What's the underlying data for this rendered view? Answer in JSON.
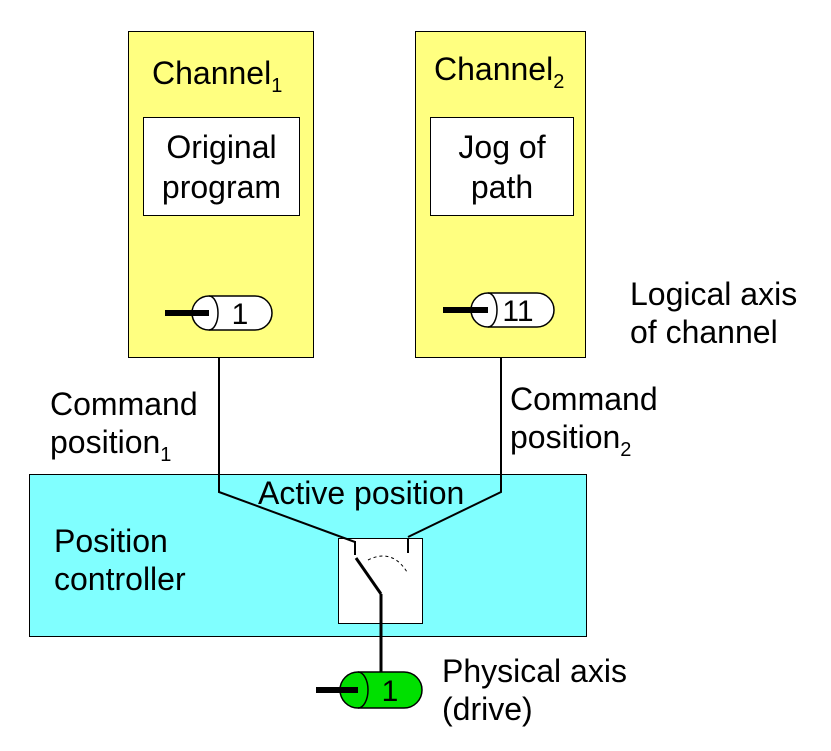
{
  "channel1": {
    "label": "Channel",
    "sub": "1",
    "program": [
      "Original",
      "program"
    ],
    "axis_number": "1"
  },
  "channel2": {
    "label": "Channel",
    "sub": "2",
    "program": [
      "Jog of",
      "path"
    ],
    "axis_number": "11"
  },
  "logical_axis_label": [
    "Logical axis",
    "of channel"
  ],
  "command_position_1": {
    "line1": "Command",
    "line2": "position",
    "sub": "1"
  },
  "command_position_2": {
    "line1": "Command",
    "line2": "position",
    "sub": "2"
  },
  "active_position_label": "Active position",
  "position_controller_label": [
    "Position",
    "controller"
  ],
  "physical_axis": {
    "number": "1",
    "label": [
      "Physical axis",
      "(drive)"
    ]
  },
  "colors": {
    "channel_fill": "#ffff80",
    "controller_fill": "#80ffff",
    "drive_fill": "#00e000"
  }
}
